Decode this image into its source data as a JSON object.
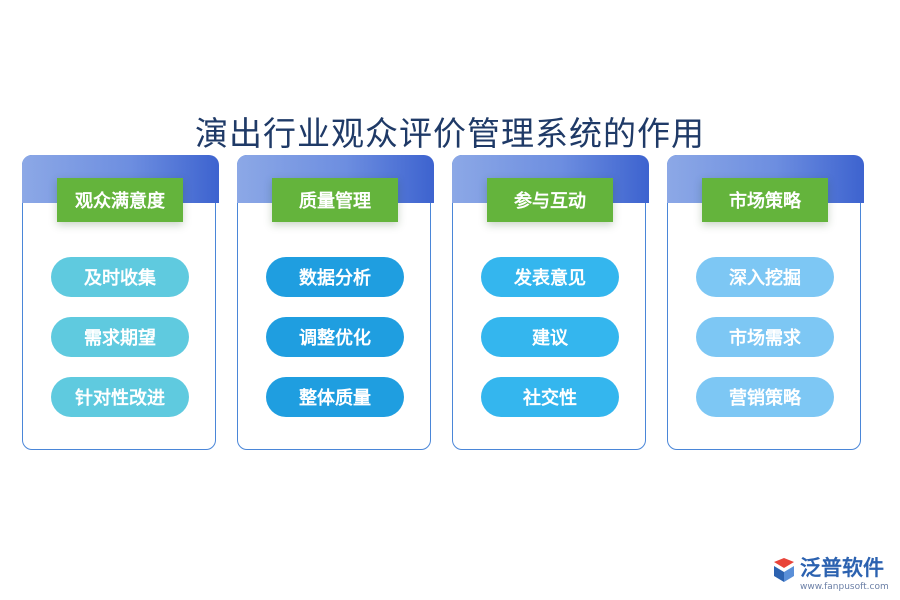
{
  "title": "演出行业观众评价管理系统的作用",
  "cards": [
    {
      "label": "观众满意度",
      "items": [
        "及时收集",
        "需求期望",
        "针对性改进"
      ]
    },
    {
      "label": "质量管理",
      "items": [
        "数据分析",
        "调整优化",
        "整体质量"
      ]
    },
    {
      "label": "参与互动",
      "items": [
        "发表意见",
        "建议",
        "社交性"
      ]
    },
    {
      "label": "市场策略",
      "items": [
        "深入挖掘",
        "市场需求",
        "营销策略"
      ]
    }
  ],
  "logo": {
    "name": "泛普软件",
    "url": "www.fanpusoft.com",
    "icon": "fanpu-logo-icon"
  },
  "colors": {
    "accent": "#64b43c",
    "header": "#4a6fd6",
    "title": "#1f3a67"
  }
}
